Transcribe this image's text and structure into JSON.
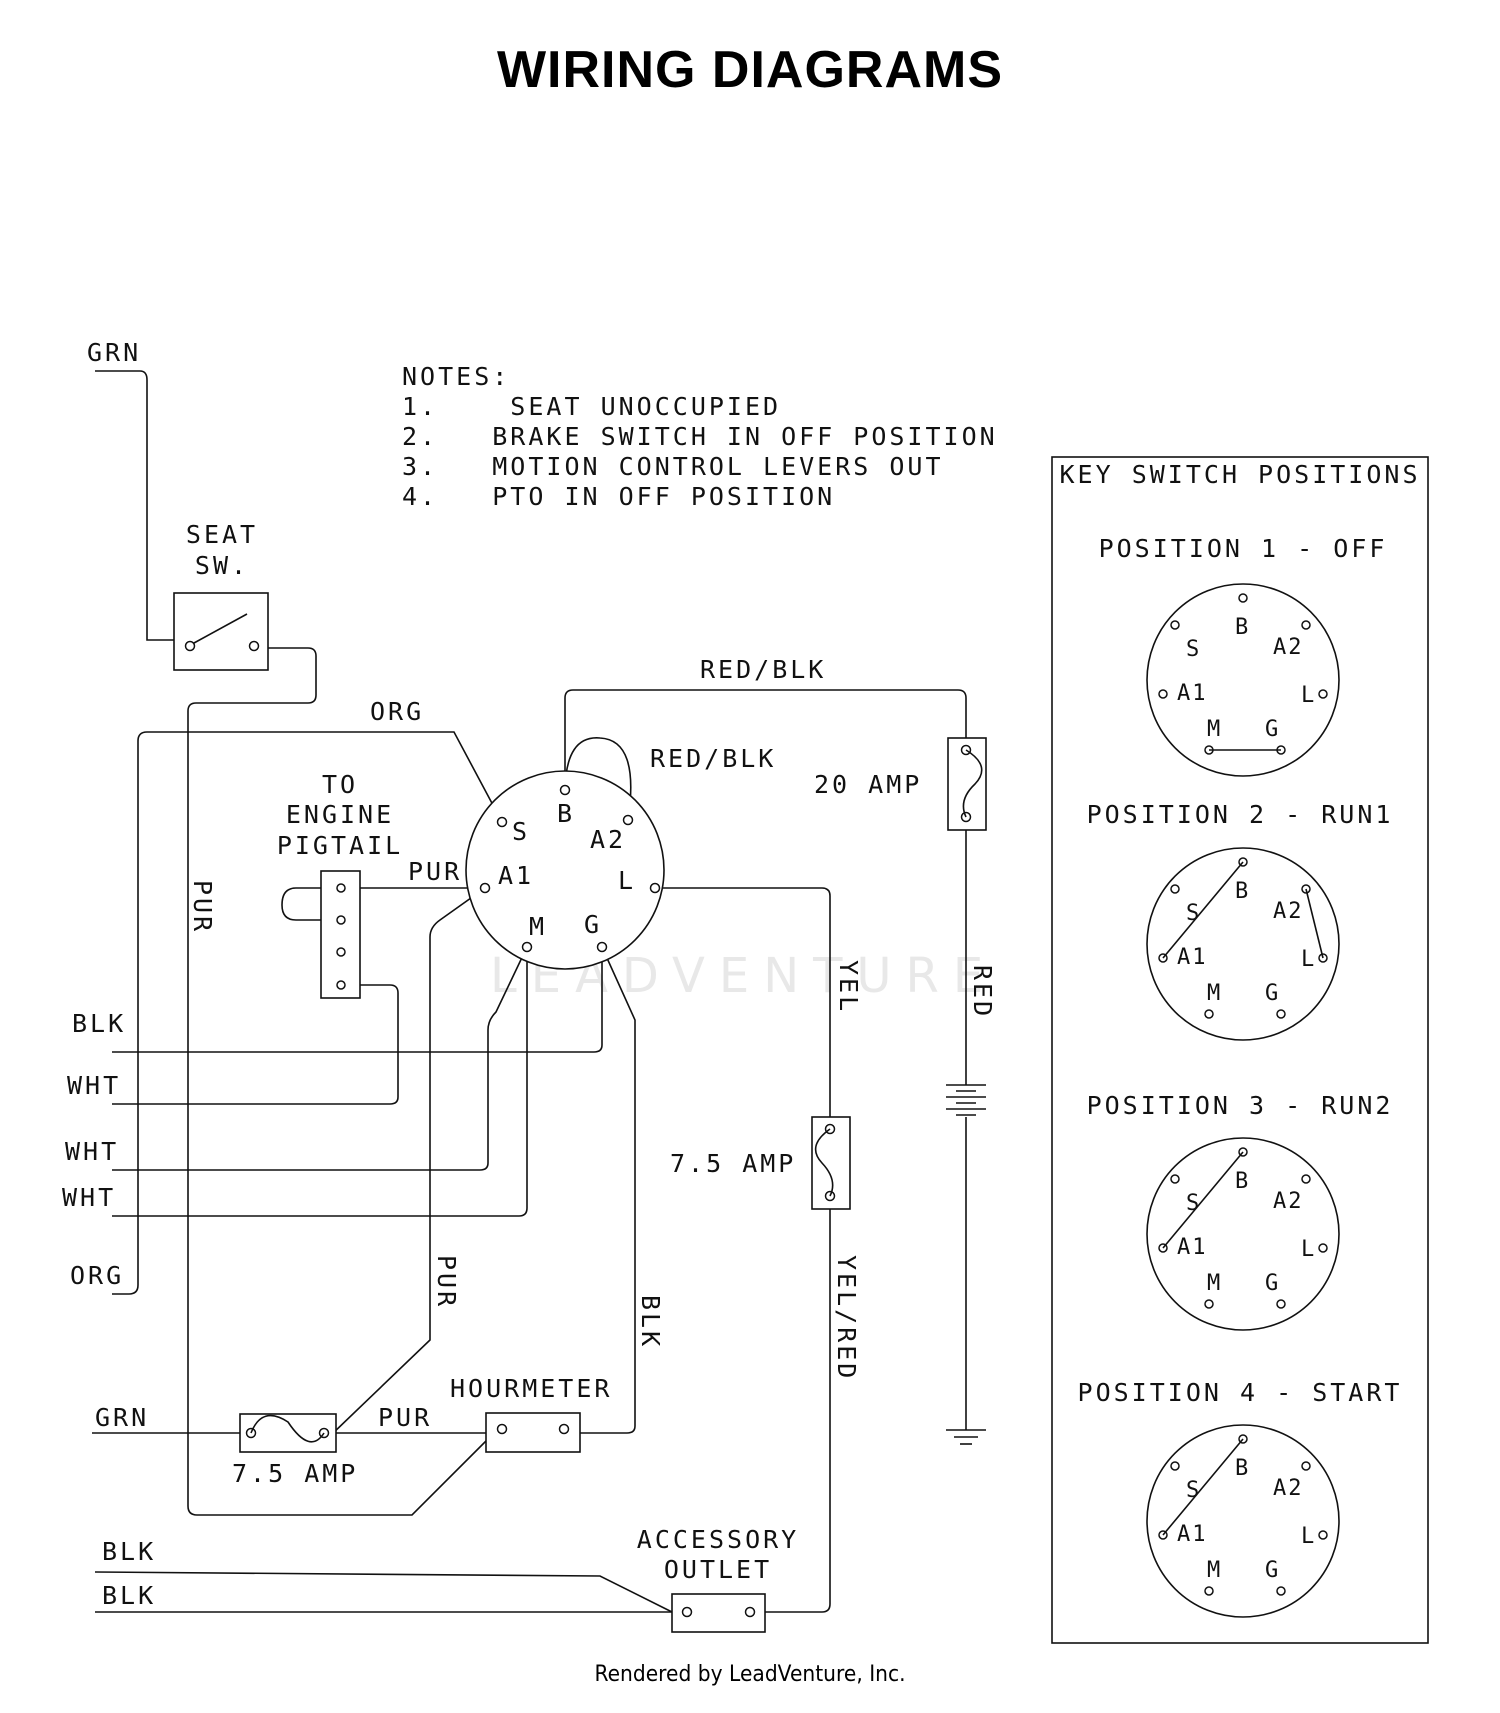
{
  "title": "WIRING DIAGRAMS",
  "footer": "Rendered by LeadVenture, Inc.",
  "watermark": "LEADVENTURE",
  "notes": {
    "heading": "NOTES:",
    "items": [
      "1.    SEAT UNOCCUPIED",
      "2.   BRAKE SWITCH IN OFF POSITION",
      "3.   MOTION CONTROL LEVERS OUT",
      "4.   PTO IN OFF POSITION"
    ]
  },
  "components": {
    "seat_switch": [
      "SEAT",
      "SW."
    ],
    "engine_pigtail": [
      "TO",
      "ENGINE",
      "PIGTAIL"
    ],
    "fuse_20": "20 AMP",
    "fuse_75_right": "7.5 AMP",
    "fuse_75_bottom": "7.5 AMP",
    "hourmeter": "HOURMETER",
    "accessory_outlet": [
      "ACCESSORY",
      "OUTLET"
    ]
  },
  "ignition_terminals": [
    "S",
    "B",
    "A2",
    "A1",
    "L",
    "M",
    "G"
  ],
  "wire_labels": {
    "grn_top": "GRN",
    "org_top": "ORG",
    "red_blk_top": "RED/BLK",
    "red_blk_jumper": "RED/BLK",
    "pur_vertical": "PUR",
    "pur_pigtail": "PUR",
    "blk_left": "BLK",
    "wht_1": "WHT",
    "wht_2": "WHT",
    "wht_3": "WHT",
    "org_left": "ORG",
    "yel": "YEL",
    "red": "RED",
    "pur_mid": "PUR",
    "blk_mid": "BLK",
    "yel_red": "YEL/RED",
    "grn_bottom": "GRN",
    "pur_bottom": "PUR",
    "blk_bottom_1": "BLK",
    "blk_bottom_2": "BLK"
  },
  "key_switch": {
    "heading": "KEY SWITCH POSITIONS",
    "positions": [
      {
        "label": "POSITION 1 - OFF"
      },
      {
        "label": "POSITION 2 - RUN1"
      },
      {
        "label": "POSITION 3 - RUN2"
      },
      {
        "label": "POSITION 4 - START"
      }
    ]
  }
}
